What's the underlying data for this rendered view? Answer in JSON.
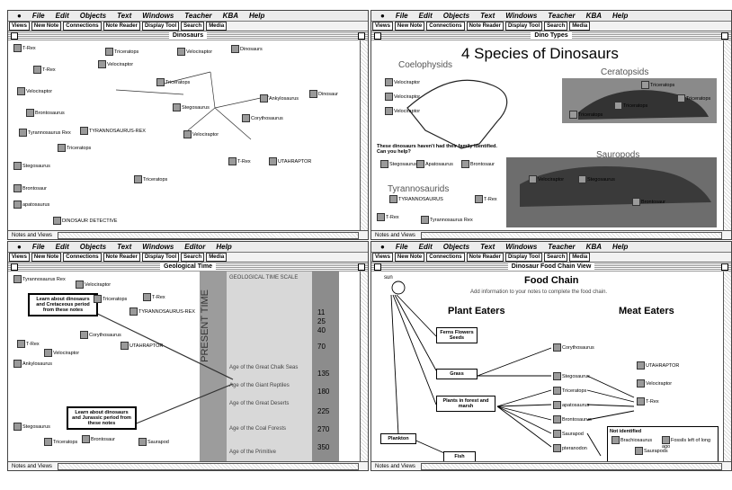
{
  "menus": {
    "q1": [
      "File",
      "Edit",
      "Objects",
      "Text",
      "Windows",
      "Teacher",
      "KBA",
      "Help"
    ],
    "q2": [
      "File",
      "Edit",
      "Objects",
      "Text",
      "Windows",
      "Teacher",
      "KBA",
      "Help"
    ],
    "q3": [
      "File",
      "Edit",
      "Objects",
      "Text",
      "Windows",
      "Editor",
      "Help"
    ],
    "q4": [
      "File",
      "Edit",
      "Objects",
      "Text",
      "Windows",
      "Teacher",
      "KBA",
      "Help"
    ]
  },
  "toolbar": [
    "Views",
    "New Note",
    "Connections",
    "Note Reader",
    "Display Tool",
    "Search",
    "Media"
  ],
  "windows": {
    "q1": {
      "title": "Dinosaurs"
    },
    "q2": {
      "title": "Dino Types"
    },
    "q3": {
      "title": "Geological Time"
    },
    "q4": {
      "title": "Dinosaur Food Chain View"
    }
  },
  "status": {
    "q1": "Notes and Views",
    "q2": "Notes and Views",
    "q3": "Notes and Views",
    "q4": "Notes and Views"
  },
  "q1_notes": [
    "T-Rex",
    "Triceratops",
    "Velociraptor",
    "Dinosaurs",
    "Velociraptor",
    "T-Rex",
    "Triceratops",
    "Velociraptor",
    "Ankylosaurus",
    "Dinosaur",
    "Stegosaurus",
    "Brontosaurus",
    "Triceratops",
    "Corythosaurus",
    "Tyrannosaurus Rex",
    "TYRANNOSAURUS-REX",
    "Velociraptor",
    "Stegosaurus",
    "Triceratops",
    "Brontosaur",
    "T-Rex",
    "UTAHRAPTOR",
    "apatosaurus",
    "DINOSAUR DETECTIVE"
  ],
  "q2": {
    "heading": "4 Species of Dinosaurs",
    "groups": [
      "Coelophysids",
      "Ceratopsids",
      "Sauropods",
      "Tyrannosaurids"
    ],
    "prompt": "These dinosaurs haven't had their family identified. Can you help?",
    "notes": [
      "Velociraptor",
      "Velociraptor",
      "Velociraptor",
      "Triceratops",
      "Triceratops",
      "Triceratops",
      "Triceratops",
      "Stegosaurus",
      "Apatosaurus",
      "Brontosaur",
      "TYRANNOSAURUS",
      "T-Rex",
      "T-Rex",
      "Tyrannosaurus Rex",
      "Velociraptor",
      "Stegosaurus",
      "Brontosaur"
    ]
  },
  "q3": {
    "callout1": "Learn about dinosaurs and Cretaceous period from these notes",
    "callout2": "Learn about dinosaurs and Jurassic period from these notes",
    "strip": "PRESENT TIME",
    "periods": [
      "GEOLOGICAL TIME SCALE",
      "Age of the Great Chalk Seas",
      "Age of the Giant Reptiles",
      "Age of the Great Deserts",
      "Age of the Coal Forests",
      "Age of the Primitive"
    ],
    "ages": [
      "11",
      "25",
      "40",
      "70",
      "135",
      "180",
      "225",
      "270",
      "350"
    ],
    "notes": [
      "Tyrannosaurus Rex",
      "Velociraptor",
      "Triceratops",
      "T-Rex",
      "TYRANNOSAURUS-REX",
      "T-Rex",
      "Corythosaurus",
      "UTAHRAPTOR",
      "Velociraptor",
      "Ankylosaurus",
      "Stegosaurus",
      "Brontosaur",
      "Triceratops",
      "Saurapod"
    ]
  },
  "q4": {
    "title": "Food Chain",
    "instruction": "Add information to your notes to complete the food chain.",
    "sun": "sun",
    "plant_col": "Plant Eaters",
    "meat_col": "Meat Eaters",
    "boxes": [
      "Ferns Flowers Seeds",
      "Grass",
      "Plants in forest and marsh",
      "Plankton",
      "Fish"
    ],
    "plant_eaters": [
      "Corythosaurus",
      "Stegosaurus",
      "Triceratops",
      "apatosaurus",
      "Brontosaurus",
      "Saurapod",
      "pteranodon"
    ],
    "meat_eaters": [
      "UTAHRAPTOR",
      "Velociraptor",
      "T-Rex"
    ],
    "not_identified_label": "Not identified",
    "not_identified": [
      "Brachiosaurus",
      "Fossils left of long ago",
      "Saurapods"
    ]
  }
}
